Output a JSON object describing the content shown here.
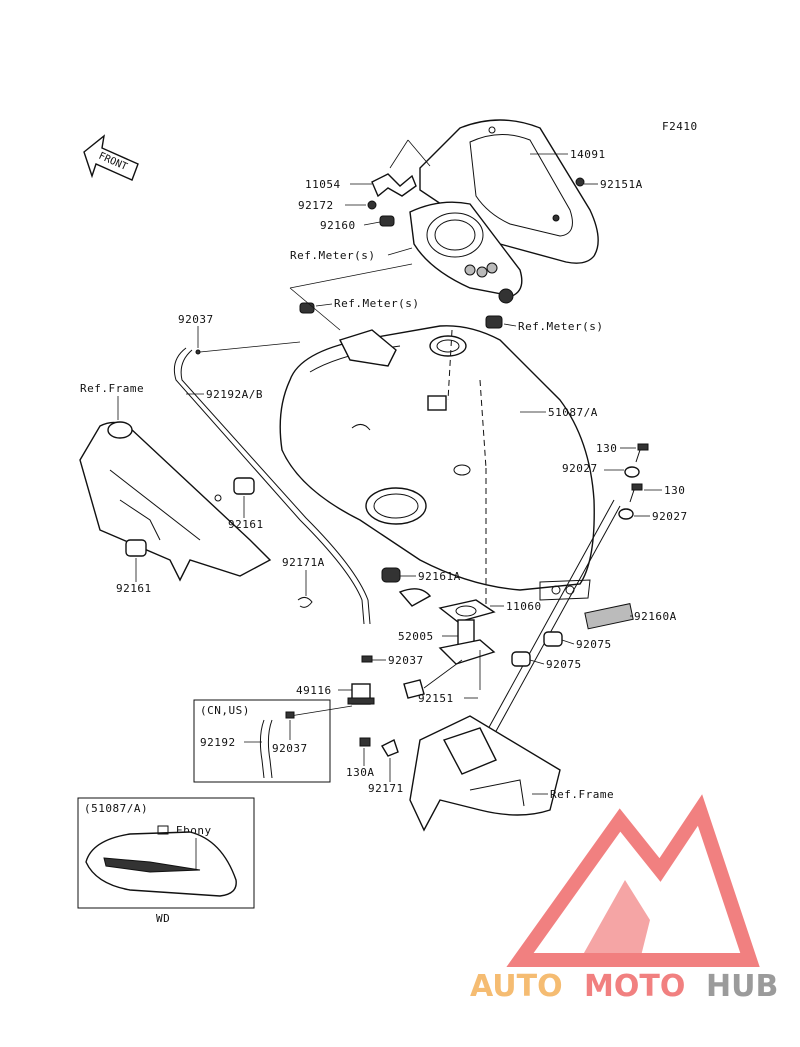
{
  "figure_code": "F2410",
  "front_label": "FRONT",
  "parts": {
    "p14091": "14091",
    "p11054": "11054",
    "p92151A_top": "92151A",
    "p92172": "92172",
    "p92160": "92160",
    "ref_meter_1": "Ref.Meter(s)",
    "ref_meter_2": "Ref.Meter(s)",
    "ref_meter_3": "Ref.Meter(s)",
    "p92037_top": "92037",
    "ref_frame_1": "Ref.Frame",
    "p92192AB": "92192A/B",
    "p51087A": "51087/A",
    "p130_1": "130",
    "p92027_1": "92027",
    "p130_2": "130",
    "p92027_2": "92027",
    "p92161_1": "92161",
    "p92161_2": "92161",
    "p92171A": "92171A",
    "p92161A": "92161A",
    "p11060": "11060",
    "p92160A": "92160A",
    "p52005": "52005",
    "p92075_1": "92075",
    "p92037_mid": "92037",
    "p92075_2": "92075",
    "p49116": "49116",
    "p92151": "92151",
    "p92192": "92192",
    "p92037_box": "92037",
    "p130A": "130A",
    "p92171": "92171",
    "ref_frame_2": "Ref.Frame"
  },
  "inset_cn": {
    "title": "(CN,US)"
  },
  "inset_color": {
    "title": "(51087/A)",
    "color_label": "Ebony",
    "market": "WD"
  },
  "watermark": {
    "text_left": "AUTO",
    "text_mid": "MOTO",
    "text_right": "HUB",
    "color_orange": "#f4b15a",
    "color_red": "#ef6a6a",
    "color_gray": "#8a8a8a"
  }
}
